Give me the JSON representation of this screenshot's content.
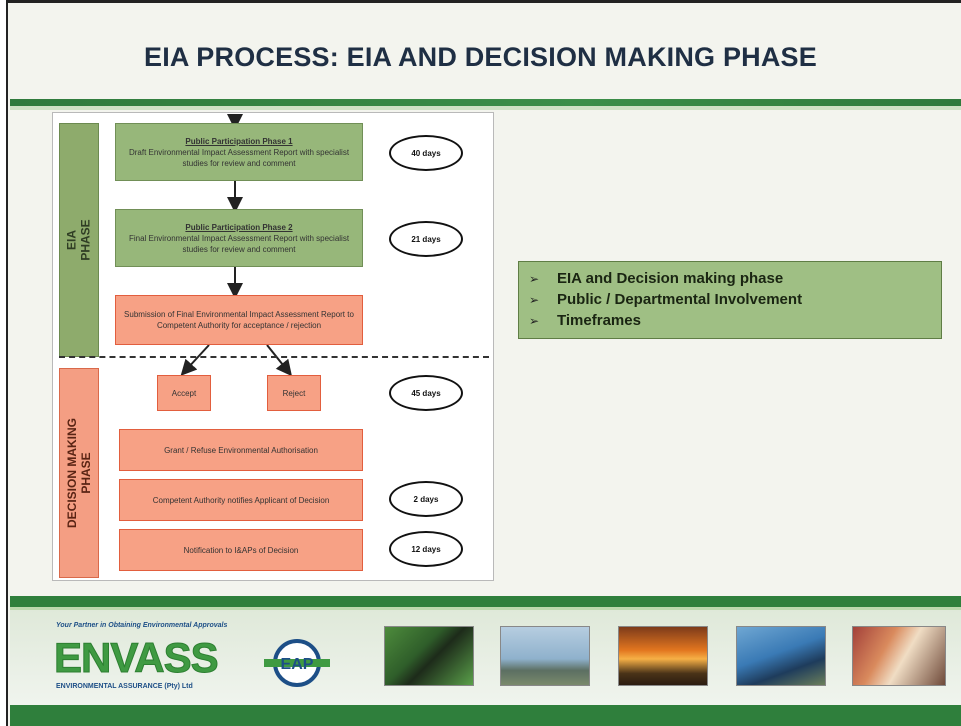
{
  "slide": {
    "title": "EIA PROCESS: EIA AND DECISION MAKING PHASE"
  },
  "flowchart": {
    "eia_band_label": "EIA\nPHASE",
    "decision_band_label": "DECISION MAKING\nPHASE",
    "boxes": [
      {
        "heading": "Public Participation Phase 1",
        "text": "Draft Environmental Impact Assessment Report with specialist studies for review and comment"
      },
      {
        "heading": "Public Participation Phase 2",
        "text": "Final Environmental Impact Assessment Report with specialist studies for review and comment"
      },
      {
        "heading": "",
        "text": "Submission of Final Environmental Impact Assessment Report to Competent Authority for acceptance / rejection"
      },
      {
        "heading": "",
        "text": "Accept"
      },
      {
        "heading": "",
        "text": "Reject"
      },
      {
        "heading": "",
        "text": "Grant / Refuse Environmental Authorisation"
      },
      {
        "heading": "",
        "text": "Competent Authority notifies Applicant of Decision"
      },
      {
        "heading": "",
        "text": "Notification to I&APs of Decision"
      }
    ],
    "durations": [
      "40 days",
      "21 days",
      "45 days",
      "2 days",
      "12 days"
    ]
  },
  "bullets": {
    "items": [
      "EIA and Decision making phase",
      "Public / Departmental Involvement",
      "Timeframes"
    ],
    "marker": "➢"
  },
  "footer": {
    "tagline": "Your Partner in Obtaining Environmental Approvals",
    "logo_word": "ENVASS",
    "logo_sub": "ENVIRONMENTAL ASSURANCE (Pty) Ltd",
    "eap_mark": "EAP"
  },
  "colors": {
    "title": "#1f2f44",
    "green_rule": "#2f7a3c",
    "green_box": "#97b77a",
    "orange_box": "#f7a185",
    "bullet_box": "#9fbf84"
  }
}
